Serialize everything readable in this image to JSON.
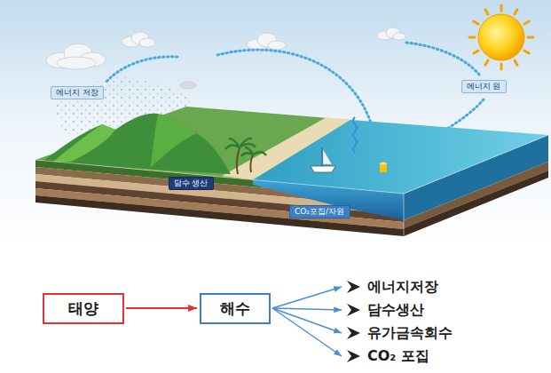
{
  "diagram": {
    "nodes": [
      {
        "text": [
          "에너지 저장"
        ]
      },
      {
        "text": [
          "에너지 원"
        ]
      },
      {
        "text": [
          "담수 생산"
        ]
      },
      {
        "text": [
          "CO₂포집/자원"
        ]
      },
      {
        "text": [
          "태양"
        ]
      },
      {
        "text": [
          "해수"
        ]
      },
      {
        "text": [
          "에너지저장"
        ]
      },
      {
        "text": [
          "담수생산"
        ]
      },
      {
        "text": [
          "유가금속회수"
        ]
      },
      {
        "text": [
          "CO₂ 포집"
        ]
      }
    ],
    "edges": [
      {
        "from": 4,
        "to": 5,
        "arrow": "to"
      },
      {
        "from": 5,
        "to": 6,
        "arrow": "to"
      },
      {
        "from": 5,
        "to": 7,
        "arrow": "to"
      },
      {
        "from": 5,
        "to": 8,
        "arrow": "to"
      },
      {
        "from": 5,
        "to": 9,
        "arrow": "to"
      }
    ]
  }
}
